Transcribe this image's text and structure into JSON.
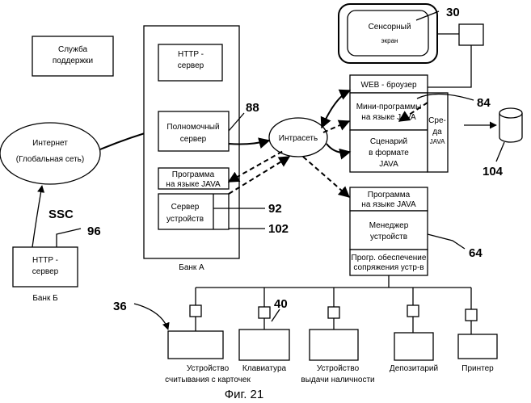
{
  "support_service": [
    "Служба",
    "поддержки"
  ],
  "internet": [
    "Интернет",
    "(Глобальная сеть)"
  ],
  "ssc": "SSC",
  "bank_b_http_server": [
    "HTTP -",
    "сервер"
  ],
  "bank_b_label": "Банк Б",
  "bank_a": {
    "label": "Банк А",
    "http_server": [
      "HTTP -",
      "сервер"
    ],
    "full_server": [
      "Полномочный",
      "сервер"
    ],
    "java_program": [
      "Программа",
      "на языке JAVA"
    ],
    "device_server": [
      "Сервер",
      "устройств"
    ]
  },
  "intranet": "Интрасеть",
  "touch_screen": [
    "Сенсорный",
    "экран"
  ],
  "browser": {
    "web_browser": "WEB - броузер",
    "applets": [
      "Мини-программы",
      "на языке JAVA"
    ],
    "scenario": [
      "Сценарий",
      "в формате",
      "JAVA"
    ],
    "environment": [
      "Сре-",
      "да",
      "JAVA"
    ]
  },
  "device_block": {
    "java_program": [
      "Программа",
      "на языке JAVA"
    ],
    "device_manager": [
      "Менеджер",
      "устройств"
    ],
    "interface_software": [
      "Прогр. обеспечение",
      "сопряжения устр-в"
    ]
  },
  "devices": [
    [
      "Устройство",
      "считывания с карточек"
    ],
    [
      "Клавиатура"
    ],
    [
      "Устройство",
      "выдачи наличности"
    ],
    [
      "Депозитарий"
    ],
    [
      "Принтер"
    ]
  ],
  "refs": {
    "touch_screen": "30",
    "full_server": "88",
    "applets": "84",
    "database": "104",
    "device_server": "92",
    "device_server_port": "102",
    "device_manager": "64",
    "bank_b": "96",
    "devices_group": "36",
    "keyboard": "40"
  },
  "caption": "Фиг. 21"
}
